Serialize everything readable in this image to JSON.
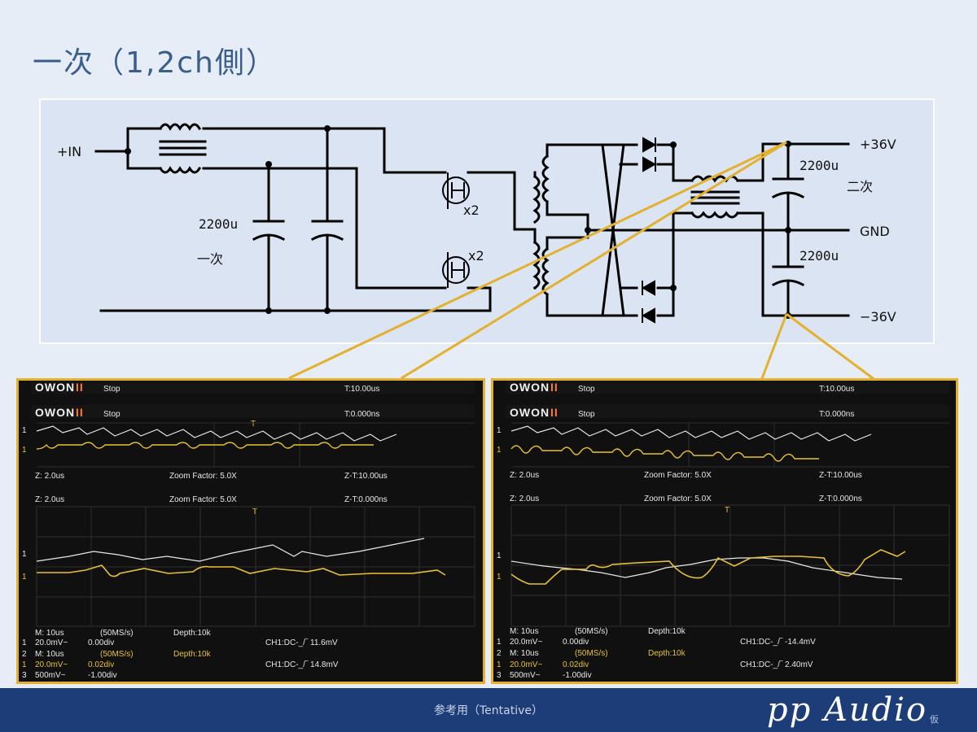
{
  "title": "一次（1,2ch側）",
  "schematic": {
    "input_label": "+IN",
    "cap_primary_value": "2200u",
    "cap_primary_tag": "一次",
    "mosfet_top_mult": "x2",
    "mosfet_bottom_mult": "x2",
    "cap_top_value": "2200u",
    "cap_bottom_value": "2200u",
    "secondary_tag": "二次",
    "out_pos": "+36V",
    "out_gnd": "GND",
    "out_neg": "−36V"
  },
  "scopes": [
    {
      "id": "left",
      "top_bar": {
        "brand_a": "OWON",
        "brand_b": "II",
        "state": "Stop",
        "time": "T:10.00us"
      },
      "bar": {
        "brand_a": "OWON",
        "brand_b": "II",
        "state": "Stop",
        "time": "T:0.000ns"
      },
      "zoom_row_1": {
        "z": "Z: 2.0us",
        "factor": "Zoom Factor: 5.0X",
        "zt": "Z-T:10.00us"
      },
      "zoom_row_2": {
        "z": "Z: 2.0us",
        "factor": "Zoom Factor: 5.0X",
        "zt": "Z-T:0.000ns"
      },
      "marker_t": "T",
      "ch_markers": [
        "1",
        "1"
      ],
      "bottom_ghost": {
        "m": "M: 10us",
        "rate": "(50MS/s)",
        "depth": "Depth:10k",
        "ch1v": "20.0mV~",
        "ch1o": "0.00div",
        "trig": "CH1:DC-_/‾ 11.6mV"
      },
      "bottom": {
        "m": "M: 10us",
        "rate": "(50MS/s)",
        "depth": "Depth:10k",
        "ch1v": "20.0mV~",
        "ch1o": "0.02div",
        "ch2v": "500mV~",
        "ch2o": "-1.00div",
        "trig": "CH1:DC-_/‾ 14.8mV",
        "ch_numbers": [
          "1",
          "2",
          "1",
          "3"
        ]
      }
    },
    {
      "id": "right",
      "top_bar": {
        "brand_a": "OWON",
        "brand_b": "II",
        "state": "Stop",
        "time": "T:10.00us"
      },
      "bar": {
        "brand_a": "OWON",
        "brand_b": "II",
        "state": "Stop",
        "time": "T:0.000ns"
      },
      "zoom_row_1": {
        "z": "Z: 2.0us",
        "factor": "Zoom Factor: 5.0X",
        "zt": "Z-T:10.00us"
      },
      "zoom_row_2": {
        "z": "Z: 2.0us",
        "factor": "Zoom Factor: 5.0X",
        "zt": "Z-T:0.000ns"
      },
      "marker_t": "T",
      "ch_markers": [
        "1",
        "1"
      ],
      "bottom_ghost": {
        "m": "M: 10us",
        "rate": "(50MS/s)",
        "depth": "Depth:10k",
        "ch1v": "20.0mV~",
        "ch1o": "0.00div",
        "trig": "CH1:DC-_/‾ -14.4mV"
      },
      "bottom": {
        "m": "M: 10us",
        "rate": "(50MS/s)",
        "depth": "Depth:10k",
        "ch1v": "20.0mV~",
        "ch1o": "0.02div",
        "ch2v": "500mV~",
        "ch2o": "-1.00div",
        "trig": "CH1:DC-_/‾ 2.40mV",
        "ch_numbers": [
          "1",
          "2",
          "1",
          "3"
        ]
      }
    }
  ],
  "colors": {
    "callout": "#e3b12f",
    "trace_ch1": "#e9e9e9",
    "trace_ch2": "#e9c233",
    "footer": "#1d3d78",
    "title": "#3a5e8c"
  },
  "footer": {
    "note": "参考用（Tentative）",
    "brand": "pp Audio",
    "brand_sub": "仮"
  }
}
